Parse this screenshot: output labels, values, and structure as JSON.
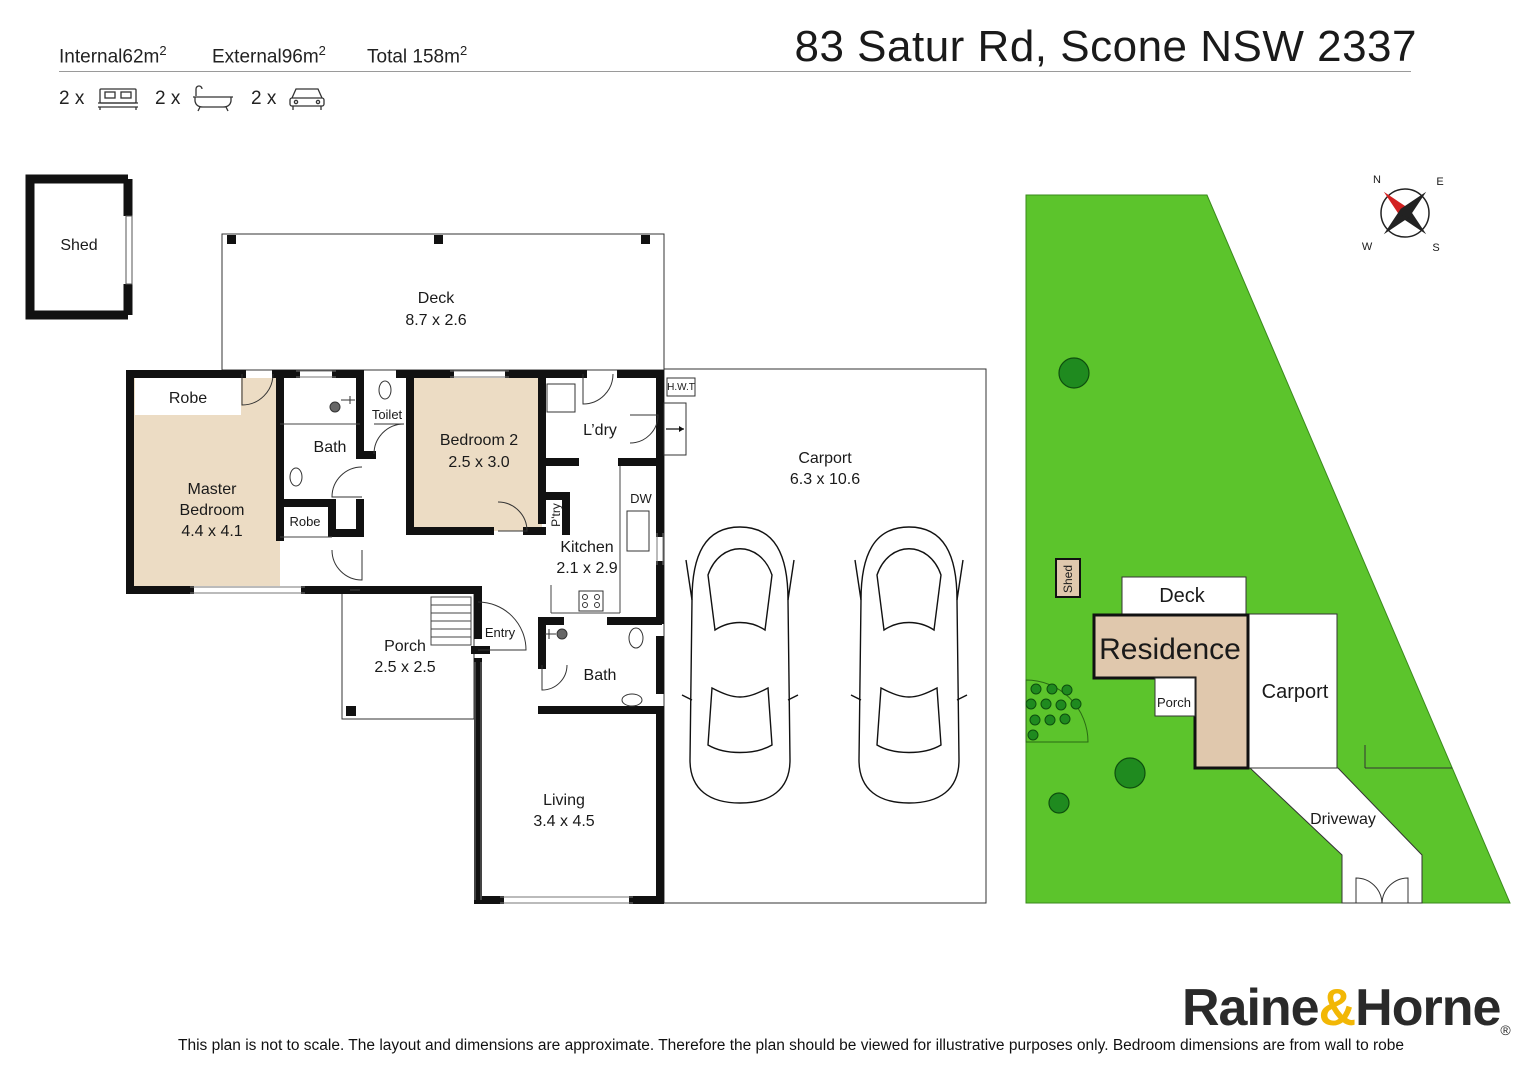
{
  "header": {
    "internal_label": "Internal",
    "internal_value": "62m",
    "external_label": "External",
    "external_value": "96m",
    "total_label": "Total",
    "total_value": "158m",
    "area_unit_exp": "2",
    "address": "83 Satur Rd, Scone NSW 2337"
  },
  "features": [
    {
      "count": "2 x",
      "icon": "bed-icon"
    },
    {
      "count": "2 x",
      "icon": "bath-icon"
    },
    {
      "count": "2 x",
      "icon": "car-icon"
    }
  ],
  "rooms": {
    "shed": "Shed",
    "deck": "Deck",
    "deck_dim": "8.7 x 2.6",
    "robe": "Robe",
    "master": "Master",
    "master2": "Bedroom",
    "master_dim": "4.4 x 4.1",
    "bath1": "Bath",
    "robe2": "Robe",
    "toilet": "Toilet",
    "bed2": "Bedroom 2",
    "bed2_dim": "2.5 x 3.0",
    "laundry": "L’dry",
    "hwt": "H.W.T",
    "dw": "DW",
    "pantry": "P'try",
    "kitchen": "Kitchen",
    "kitchen_dim": "2.1 x 2.9",
    "carport": "Carport",
    "carport_dim": "6.3 x 10.6",
    "porch": "Porch",
    "porch_dim": "2.5 x 2.5",
    "entry": "Entry",
    "bath2": "Bath",
    "living": "Living",
    "living_dim": "3.4 x 4.5"
  },
  "site_plan": {
    "shed": "Shed",
    "deck": "Deck",
    "residence": "Residence",
    "porch": "Porch",
    "carport": "Carport",
    "driveway": "Driveway"
  },
  "compass": {
    "n": "N",
    "e": "E",
    "s": "S",
    "w": "W"
  },
  "colors": {
    "bedroom_fill": "#ecdcc4",
    "lawn_green": "#5cc42c",
    "residence_fill": "#e0c8ad",
    "wall": "#111111",
    "brand_yellow": "#f2b705"
  },
  "footer": {
    "brand_a": "Raine",
    "brand_amp": "&",
    "brand_b": "Horne",
    "registered": "®",
    "disclaimer": "This plan is not to scale. The layout and dimensions are approximate. Therefore the plan should be viewed for illustrative purposes only. Bedroom dimensions are from wall to robe"
  }
}
